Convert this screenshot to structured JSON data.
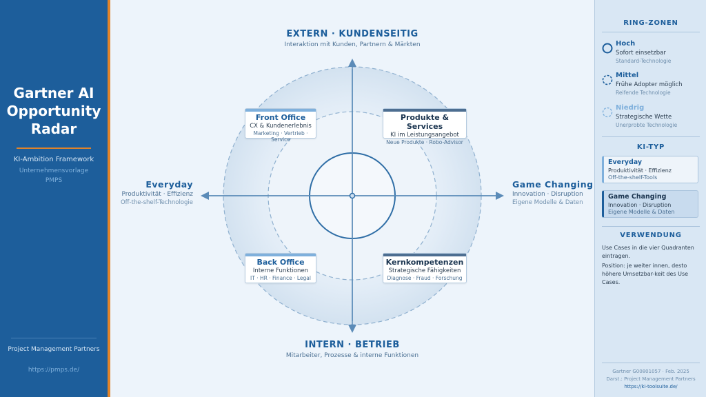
{
  "sidebar": {
    "title_lines": [
      "Gartner AI",
      "Opportunity",
      "Radar"
    ],
    "subtitle": "KI-Ambition Framework",
    "template": "Unternehmensvorlage",
    "brand": "PMPS",
    "company": "Project Management Partners",
    "url": "https://pmps.de/"
  },
  "axes": {
    "top": {
      "title": "EXTERN · KUNDENSEITIG",
      "subtitle": "Interaktion mit Kunden, Partnern & Märkten"
    },
    "bottom": {
      "title": "INTERN · BETRIEB",
      "subtitle": "Mitarbeiter, Prozesse & interne Funktionen"
    },
    "left": {
      "title": "Everyday",
      "line1": "Produktivität · Effizienz",
      "line2": "Off-the-shelf-Technologie"
    },
    "right": {
      "title": "Game Changing",
      "line1": "Innovation · Disruption",
      "line2": "Eigene Modelle & Daten"
    }
  },
  "quadrants": {
    "front_office": {
      "title": "Front Office",
      "subtitle": "CX & Kundenerlebnis",
      "examples": "Marketing · Vertrieb · Service"
    },
    "products": {
      "title": "Produkte & Services",
      "subtitle": "KI im Leistungsangebot",
      "examples": "Neue Produkte · Robo-Advisor"
    },
    "back_office": {
      "title": "Back Office",
      "subtitle": "Interne Funktionen",
      "examples": "IT · HR · Finance · Legal"
    },
    "core": {
      "title": "Kernkompetenzen",
      "subtitle": "Strategische Fähigkeiten",
      "examples": "Diagnose · Fraud · Forschung"
    }
  },
  "panel": {
    "zones_title": "RING-ZONEN",
    "zones": [
      {
        "title": "Hoch",
        "desc": "Sofort einsetzbar",
        "extra": "Standard-Technologie",
        "color": "#1d5e9b"
      },
      {
        "title": "Mittel",
        "desc": "Frühe Adopter möglich",
        "extra": "Reifende Technologie",
        "color": "#1d5e9b"
      },
      {
        "title": "Niedrig",
        "desc": "Strategische Wette",
        "extra": "Unerprobte Technologie",
        "color": "#7fb0dc"
      }
    ],
    "type_title": "KI-TYP",
    "types": [
      {
        "title": "Everyday",
        "line1": "Produktivität · Effizienz",
        "line2": "Off-the-shelf-Tools"
      },
      {
        "title": "Game Changing",
        "line1": "Innovation · Disruption",
        "line2": "Eigene Modelle & Daten"
      }
    ],
    "usage_title": "VERWENDUNG",
    "usage_p1": "Use Cases in die vier Quadranten eintragen.",
    "usage_p2": "Position: je weiter innen, desto höhere Umsetzbar-keit des Use Cases.",
    "footer1": "Gartner G00801057 · Feb. 2025",
    "footer2": "Darst.: Project Management Partners",
    "footer3": "https://ki-toolsuite.de/"
  },
  "colors": {
    "primary": "#1d5e9b",
    "accent": "#e0832a",
    "light": "#7fb0dc"
  }
}
